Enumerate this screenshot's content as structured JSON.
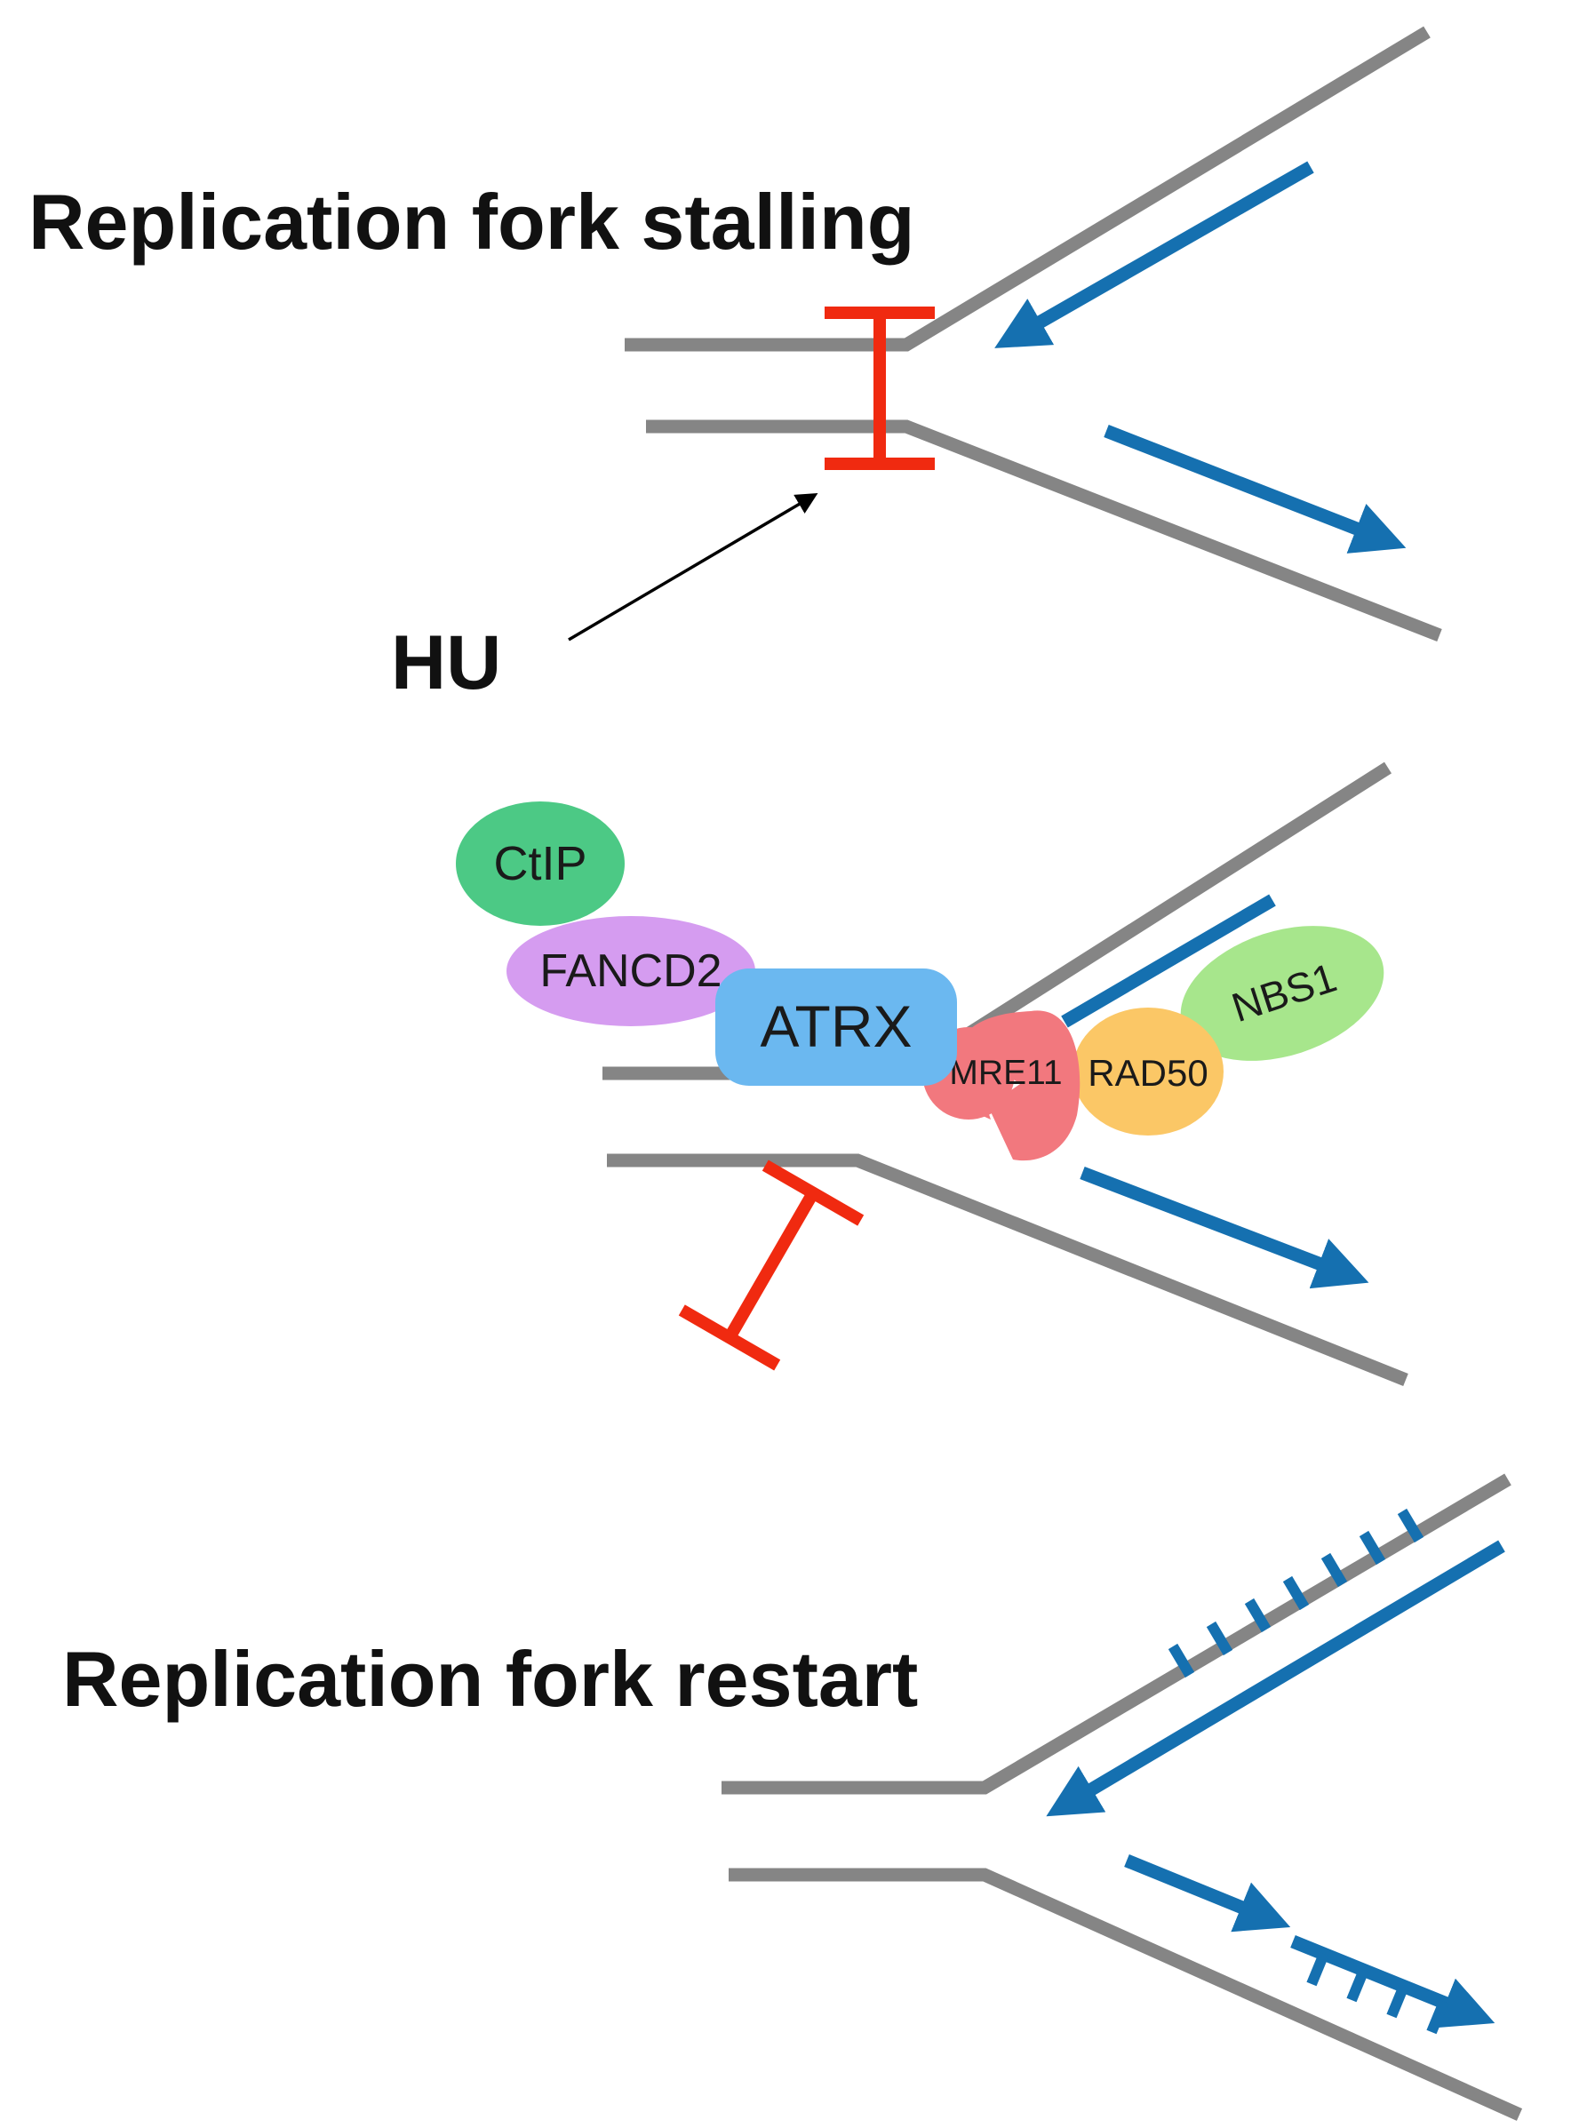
{
  "titles": {
    "stalling": "Replication fork stalling",
    "restart": "Replication fork restart"
  },
  "agent_label": "HU",
  "proteins": {
    "ctip": "CtIP",
    "fancd2": "FANCD2",
    "atrx": "ATRX",
    "mre11": "MRE11",
    "rad50": "RAD50",
    "nbs1": "NBS1"
  },
  "colors": {
    "dna_strand": "#858585",
    "nascent_strand": "#1570b0",
    "block": "#f02a10",
    "ctip": "#4cc985",
    "fancd2": "#d59cf0",
    "atrx": "#6bb8f0",
    "mre11": "#f2787e",
    "rad50": "#fbc766",
    "nbs1": "#a7e68c"
  }
}
